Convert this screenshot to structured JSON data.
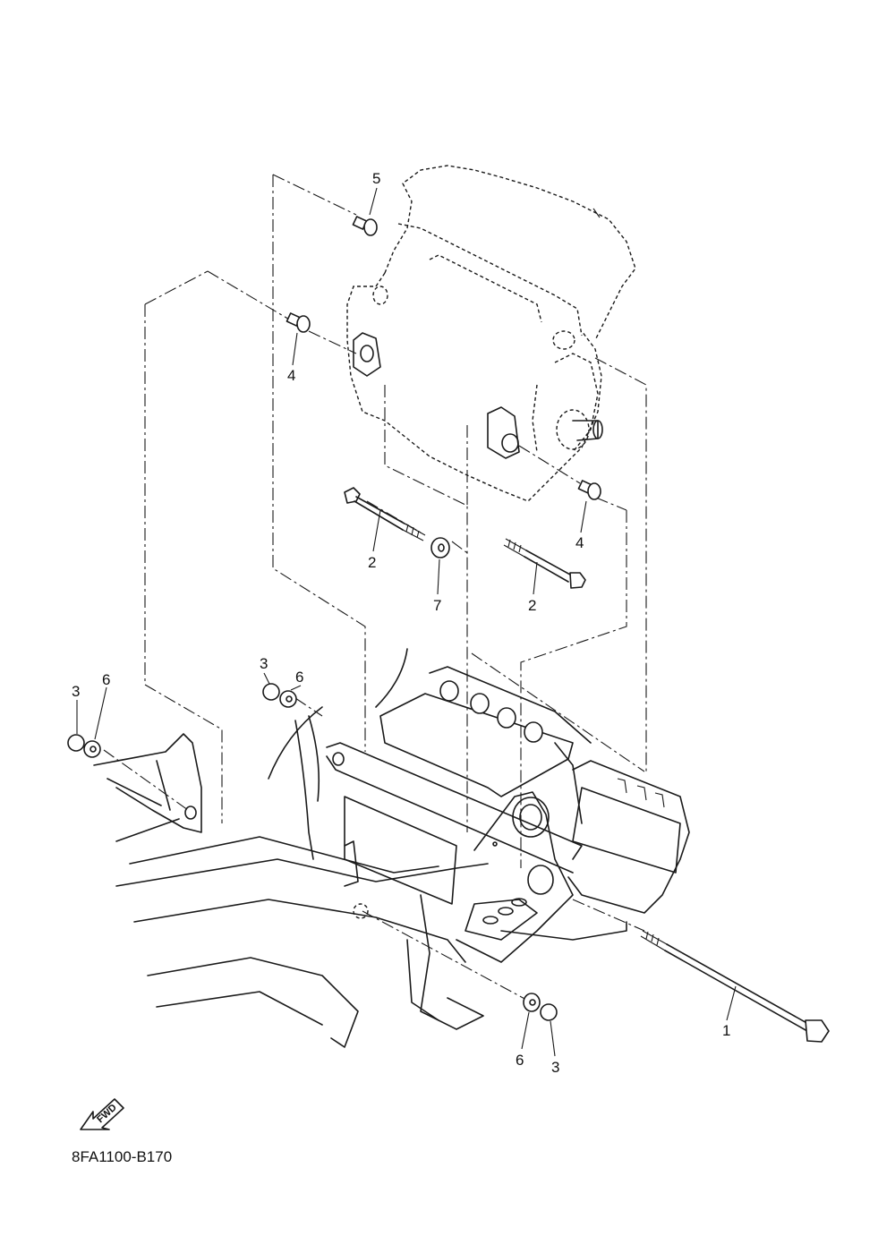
{
  "diagram_code": "8FA1100-B170",
  "fwd_label": "FWD",
  "part_labels": [
    {
      "id": "label-5",
      "text": "5"
    },
    {
      "id": "label-4-upper",
      "text": "4"
    },
    {
      "id": "label-2-left",
      "text": "2"
    },
    {
      "id": "label-7",
      "text": "7"
    },
    {
      "id": "label-2-right",
      "text": "2"
    },
    {
      "id": "label-4-right",
      "text": "4"
    },
    {
      "id": "label-3-left",
      "text": "3"
    },
    {
      "id": "label-6-left",
      "text": "6"
    },
    {
      "id": "label-3-mid",
      "text": "3"
    },
    {
      "id": "label-6-mid",
      "text": "6"
    },
    {
      "id": "label-6-bottom",
      "text": "6"
    },
    {
      "id": "label-3-bottom",
      "text": "3"
    },
    {
      "id": "label-1",
      "text": "1"
    }
  ]
}
